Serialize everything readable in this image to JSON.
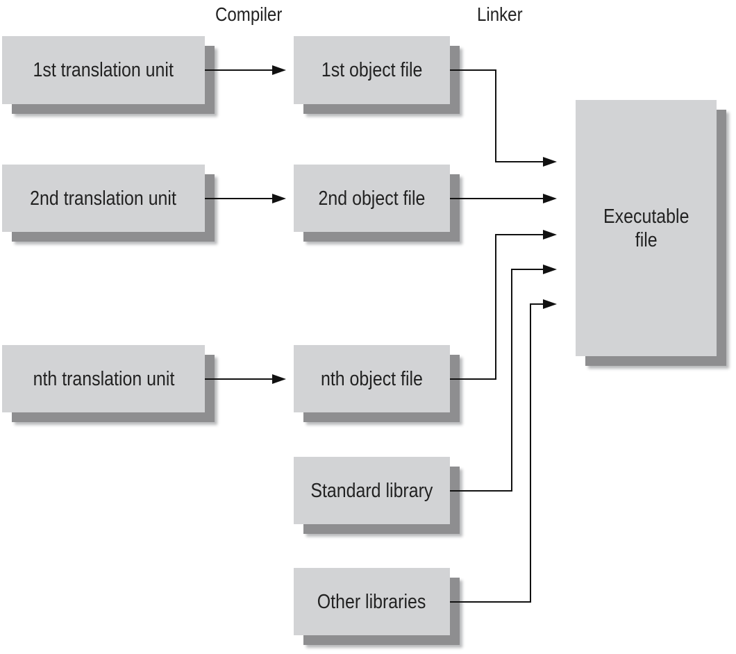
{
  "headings": {
    "compiler": "Compiler",
    "linker": "Linker"
  },
  "translation_units": [
    {
      "label": "1st translation unit"
    },
    {
      "label": "2nd translation unit"
    },
    {
      "label": "nth translation unit"
    }
  ],
  "object_files": [
    {
      "label": "1st object file"
    },
    {
      "label": "2nd object file"
    },
    {
      "label": "nth object file"
    }
  ],
  "libraries": [
    {
      "label": "Standard library"
    },
    {
      "label": "Other libraries"
    }
  ],
  "output": {
    "line1": "Executable",
    "line2": "file"
  },
  "colors": {
    "box_fill": "#d2d3d5",
    "box_shadow": "#8e8e90",
    "arrow": "#111111"
  }
}
